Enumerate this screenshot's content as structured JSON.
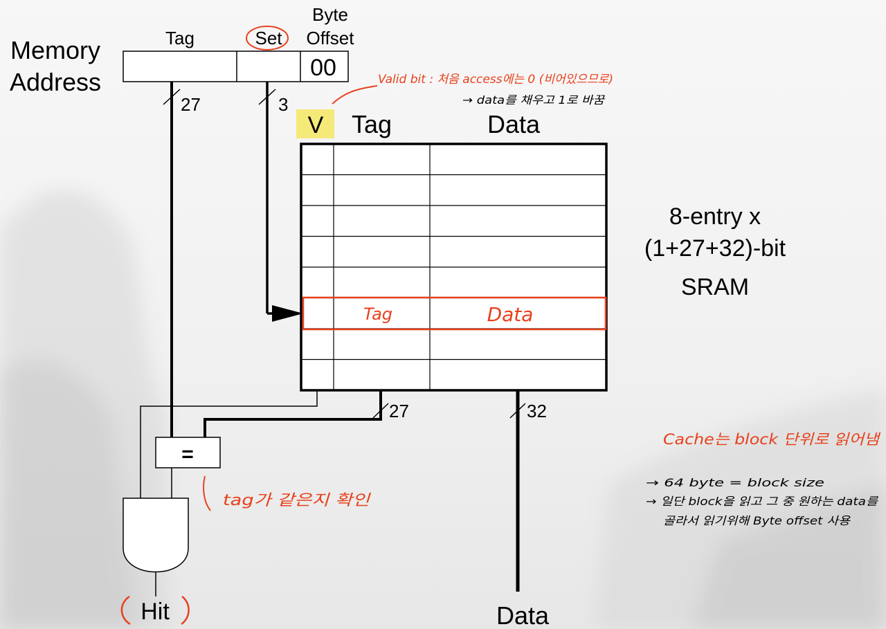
{
  "address": {
    "title_line1": "Memory",
    "title_line2": "Address",
    "field_tag": "Tag",
    "field_set": "Set",
    "field_offset_line1": "Byte",
    "field_offset_line2": "Offset",
    "offset_value": "00",
    "tag_bits": "27",
    "set_bits": "3"
  },
  "sram": {
    "col_valid": "V",
    "col_tag": "Tag",
    "col_data": "Data",
    "row_count": 8,
    "selected_row": 5,
    "selected_tag": "Tag",
    "selected_data": "Data",
    "desc_line1": "8-entry x",
    "desc_line2": "(1+27+32)-bit",
    "desc_line3": "SRAM",
    "tag_out_bits": "27",
    "data_out_bits": "32"
  },
  "logic": {
    "comparator": "=",
    "hit": "Hit",
    "data_out": "Data"
  },
  "notes": {
    "valid_line1": "Valid bit : 처음 access에는 0 (비어있으므로)",
    "valid_line2": "→ data를 채우고 1로 바꿈",
    "compare": "tag가 같은지 확인",
    "cache_title": "Cache는 block 단위로 읽어냄",
    "cache_line1": "→ 64 byte = block size",
    "cache_line2": "→ 일단 block을 읽고 그 중 원하는 data를",
    "cache_line3": "골라서 읽기위해 Byte offset 사용"
  },
  "colors": {
    "annotation": "#e8401c",
    "valid_highlight": "#f5e97a",
    "line": "#000000"
  }
}
